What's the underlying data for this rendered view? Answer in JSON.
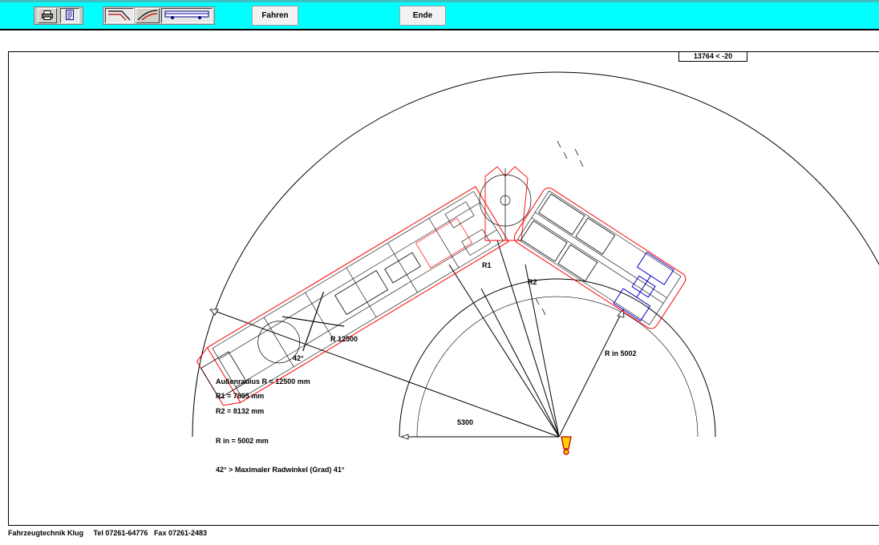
{
  "toolbar": {
    "icons": [
      "printer-icon",
      "document-icon",
      "curve-mode-icon",
      "bend-mode-icon",
      "vehicle-bus-icon"
    ],
    "fahren_label": "Fahren",
    "ende_label": "Ende"
  },
  "coord_readout": "13764 < -20",
  "drawing": {
    "label_r1": "R1",
    "label_r2": "R2",
    "label_r_outer": "R  12500",
    "label_r_inner": "R in  5002",
    "label_5300": "5300",
    "label_angle": "42°"
  },
  "results": {
    "outer_radius": "Außenradius R  =  12500 mm",
    "r1": "R1 = 7895 mm",
    "r2": "R2 = 8132 mm",
    "r_in": "R in  = 5002 mm",
    "wheel_angle": "42°  > Maximaler Radwinkel  (Grad) 41°"
  },
  "footer": {
    "company": "Fahrzeugtechnik Klug",
    "tel": "Tel 07261-64776",
    "fax": "Fax 07261-2483"
  },
  "colors": {
    "toolbar_bg": "#00ffff",
    "vehicle_outline": "#ff0000",
    "rear_axle": "#0000cc",
    "warning_icon": "#ffd000"
  }
}
